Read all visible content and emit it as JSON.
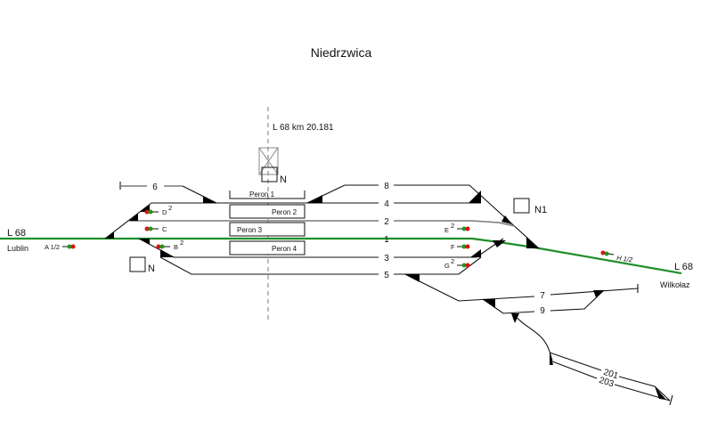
{
  "title": "Niedrzwica",
  "km_label": "L 68  km  20.181",
  "line_left": {
    "line": "L 68",
    "direction": "Lublin"
  },
  "line_right": {
    "line": "L 68",
    "direction": "Wilkołaz"
  },
  "tracks": [
    "6",
    "8",
    "4",
    "2",
    "1",
    "3",
    "5",
    "7",
    "9",
    "201",
    "203"
  ],
  "platforms": [
    "Peron 1",
    "Peron 2",
    "Peron 3",
    "Peron 4"
  ],
  "signals": [
    {
      "name": "A 1/2",
      "sup": ""
    },
    {
      "name": "D",
      "sup": "2"
    },
    {
      "name": "C",
      "sup": ""
    },
    {
      "name": "B",
      "sup": "2"
    },
    {
      "name": "E",
      "sup": "2"
    },
    {
      "name": "F",
      "sup": ""
    },
    {
      "name": "G",
      "sup": "2"
    },
    {
      "name": "H 1/2",
      "sup": ""
    }
  ],
  "buildings": {
    "station": "N",
    "left": "N",
    "right": "N1"
  },
  "colors": {
    "main_line": "#1f8f2a",
    "signal_red": "#e01010",
    "signal_green": "#1a9a1a"
  }
}
